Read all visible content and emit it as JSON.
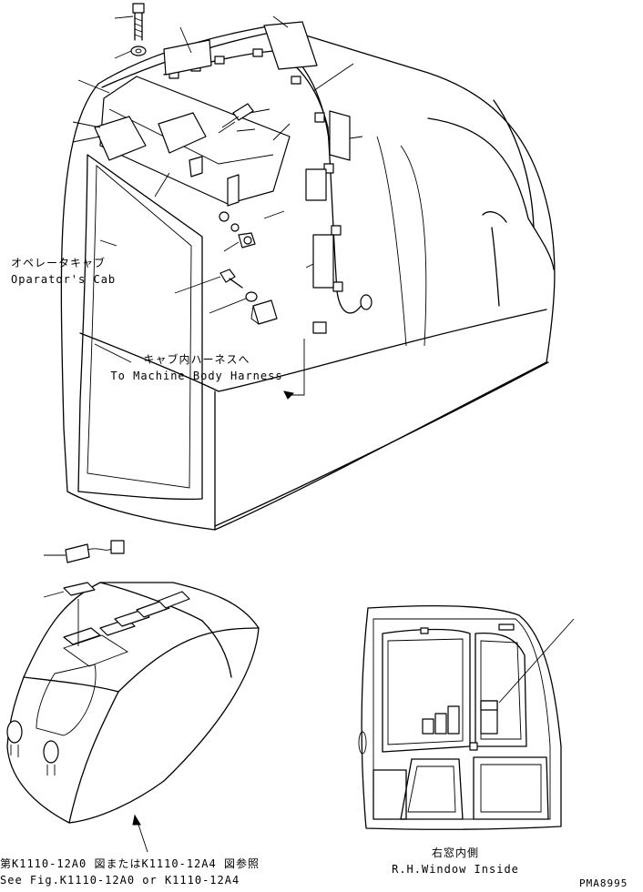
{
  "labels": {
    "cab_jp": "オペレータキャブ",
    "cab_en": "Oparator's Cab",
    "harness_jp": "キャブ内ハーネスへ",
    "harness_en": "To Machine Body Harness",
    "window_jp": "右窓内側",
    "window_en": "R.H.Window Inside",
    "see_fig_jp": "第K1110-12A0 図またはK1110-12A4 図参照",
    "see_fig_en": "See Fig.K1110-12A0 or K1110-12A4",
    "drawing_code": "PMA8995"
  }
}
